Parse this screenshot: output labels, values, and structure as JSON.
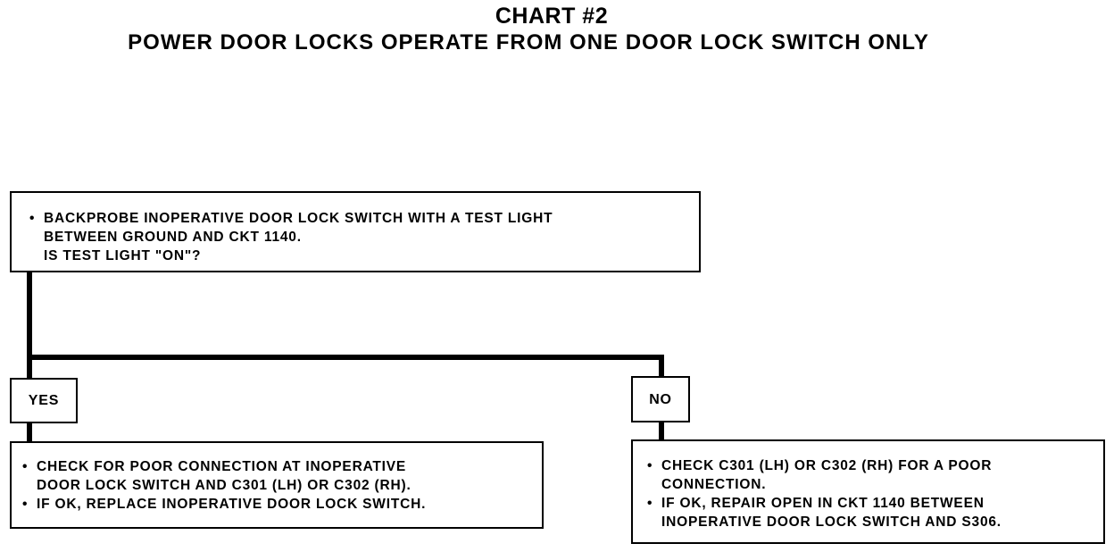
{
  "header": {
    "title": "CHART #2",
    "subtitle": "POWER DOOR LOCKS OPERATE FROM ONE DOOR LOCK SWITCH ONLY"
  },
  "question": {
    "bullet": "•",
    "text": "BACKPROBE INOPERATIVE DOOR LOCK SWITCH WITH A TEST LIGHT\nBETWEEN GROUND AND CKT 1140.",
    "question": "IS TEST LIGHT \"ON\"?"
  },
  "branches": {
    "yes": {
      "label": "YES",
      "actions": [
        "CHECK FOR POOR CONNECTION AT INOPERATIVE\nDOOR LOCK SWITCH AND C301 (LH) OR C302 (RH).",
        "IF OK, REPLACE INOPERATIVE DOOR LOCK SWITCH."
      ]
    },
    "no": {
      "label": "NO",
      "actions": [
        "CHECK C301 (LH) OR C302 (RH) FOR A POOR\nCONNECTION.",
        "IF OK, REPAIR OPEN IN CKT 1140 BETWEEN\nINOPERATIVE DOOR LOCK SWITCH AND S306."
      ]
    }
  }
}
